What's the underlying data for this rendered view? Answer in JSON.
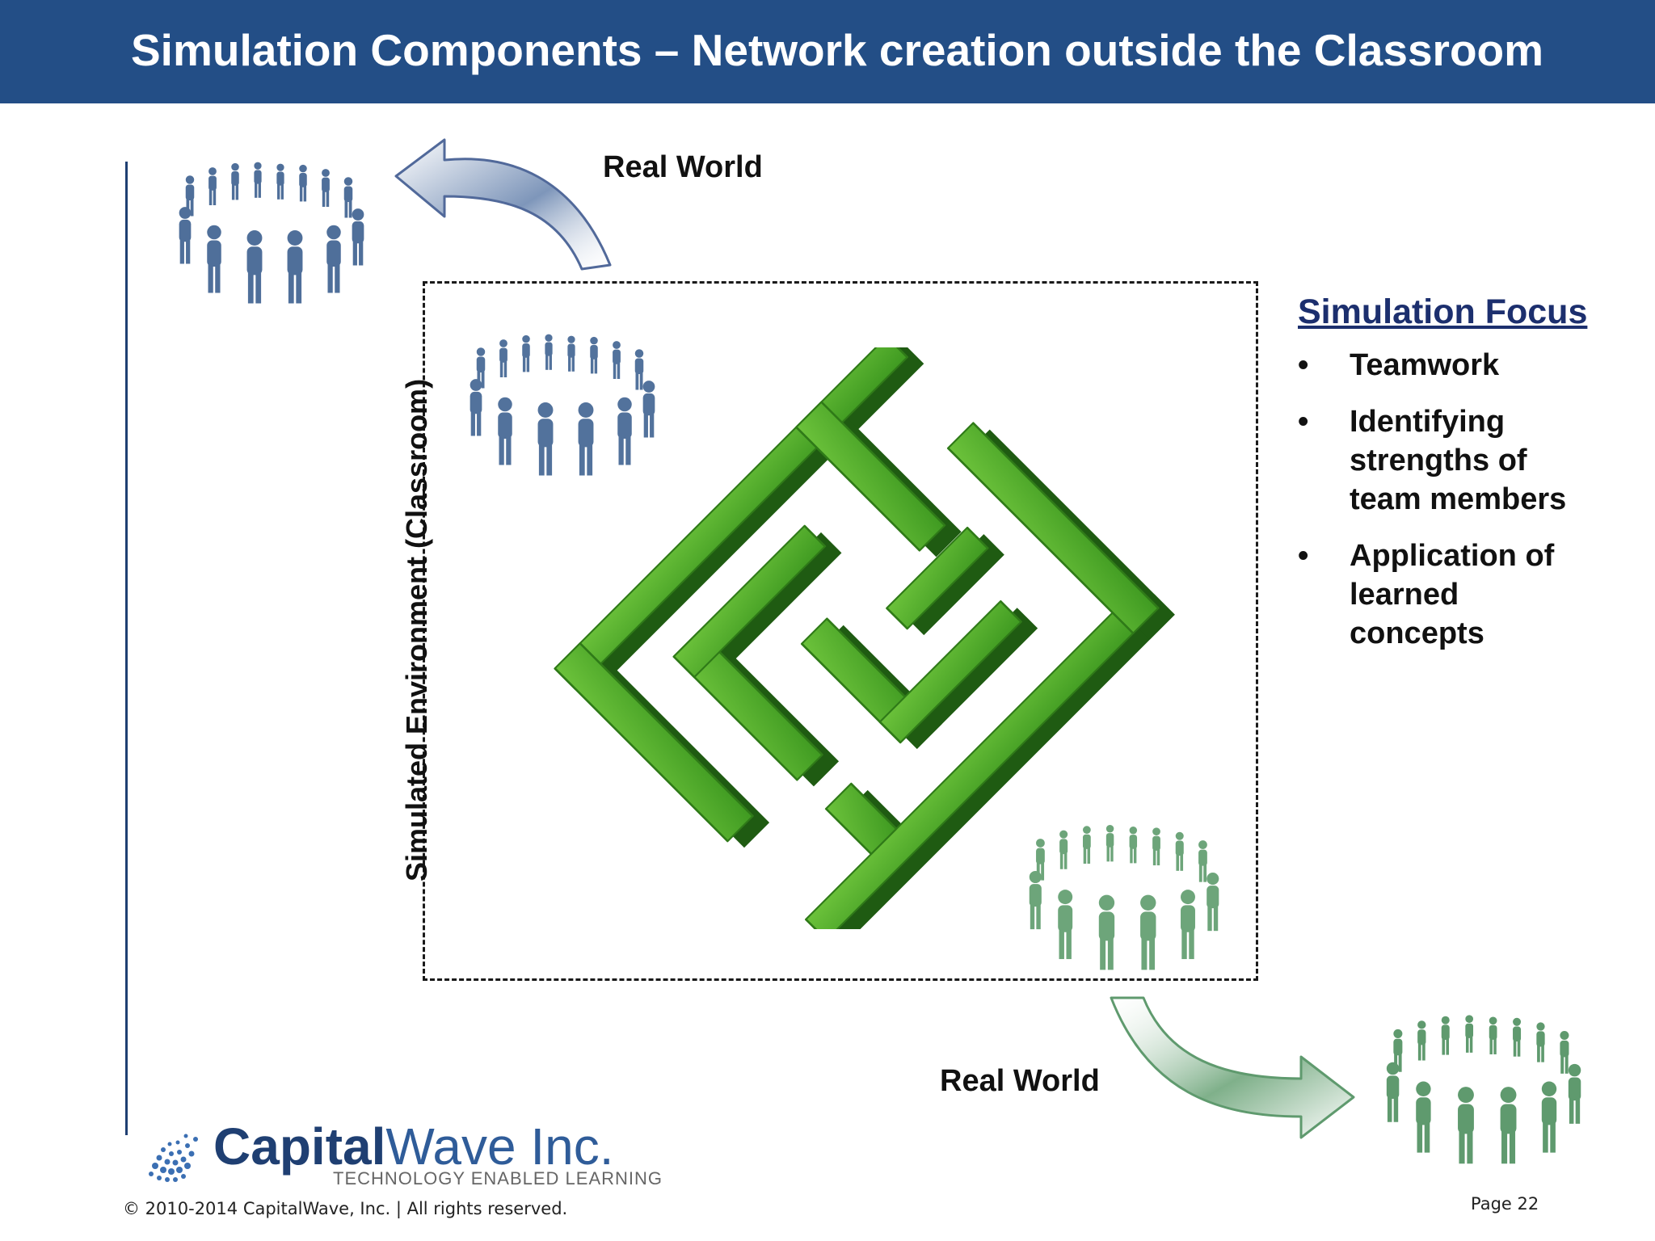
{
  "header": {
    "title": "Simulation Components – Network creation outside the Classroom"
  },
  "labels": {
    "real_world_top": "Real World",
    "real_world_bottom": "Real World",
    "simulated_environment": "Simulated Environment (Classroom)"
  },
  "focus": {
    "title": "Simulation Focus",
    "items": [
      {
        "bullet": "•",
        "lines": [
          "Teamwork"
        ]
      },
      {
        "bullet": "•",
        "lines": [
          "Identifying",
          "strengths of",
          "team members"
        ]
      },
      {
        "bullet": "•",
        "lines": [
          "Application of",
          "learned",
          "concepts"
        ]
      }
    ]
  },
  "logo": {
    "name_bold": "Capital",
    "name_thin": "Wave Inc.",
    "tagline": "TECHNOLOGY ENABLED LEARNING"
  },
  "footer": {
    "copyright": "© 2010-2014 CapitalWave, Inc.  | All rights reserved.",
    "page": "Page 22"
  },
  "colors": {
    "header_bg": "#234e86",
    "blue_people": "#4f6f9a",
    "green_people": "#5f9a6e",
    "maze_green": "#4caf28",
    "focus_title": "#1c2f6e"
  },
  "icons": [
    "people-circle-blue-icon",
    "people-circle-green-icon",
    "curved-arrow-left-icon",
    "curved-arrow-right-icon",
    "hedge-maze-icon",
    "globe-dots-logo-icon"
  ]
}
